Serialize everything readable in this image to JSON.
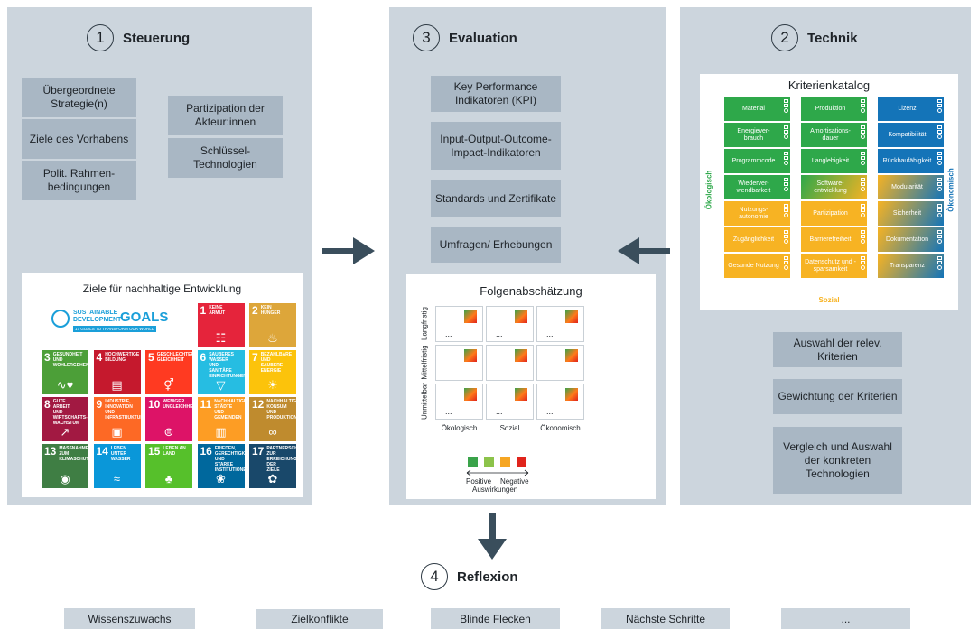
{
  "steuerung": {
    "number": "1",
    "title": "Steuerung",
    "items_left": [
      "Übergeordnete Strategie(n)",
      "Ziele des Vorhabens",
      "Polit. Rahmen-bedingungen"
    ],
    "items_right": [
      "Partizipation der Akteur:innen",
      "Schlüssel-Technologien"
    ],
    "sdg_card": {
      "title": "Ziele für nachhaltige Entwicklung",
      "logo_line1": "SUSTAINABLE",
      "logo_line2": "DEVELOPMENT",
      "logo_goals": "GOALS",
      "logo_sub": "17 GOALS TO TRANSFORM OUR WORLD",
      "goals": [
        {
          "n": "1",
          "t": "KEINE ARMUT",
          "color": "#e5243b",
          "icon": "family-icon"
        },
        {
          "n": "2",
          "t": "KEIN HUNGER",
          "color": "#dda63a",
          "icon": "bowl-icon"
        },
        {
          "n": "3",
          "t": "GESUNDHEIT UND WOHLERGEHEN",
          "color": "#4c9f38",
          "icon": "heartbeat-icon"
        },
        {
          "n": "4",
          "t": "HOCHWERTIGE BILDUNG",
          "color": "#c5192d",
          "icon": "book-icon"
        },
        {
          "n": "5",
          "t": "GESCHLECHTER-GLEICHHEIT",
          "color": "#ff3a21",
          "icon": "gender-icon"
        },
        {
          "n": "6",
          "t": "SAUBERES WASSER UND SANITÄRE EINRICHTUNGEN",
          "color": "#26bde2",
          "icon": "water-icon"
        },
        {
          "n": "7",
          "t": "BEZAHLBARE UND SAUBERE ENERGIE",
          "color": "#fcc30b",
          "icon": "sun-icon"
        },
        {
          "n": "8",
          "t": "GUTE ARBEIT UND WIRTSCHAFTS-WACHSTUM",
          "color": "#a21942",
          "icon": "growth-icon"
        },
        {
          "n": "9",
          "t": "INDUSTRIE, INNOVATION UND INFRASTRUKTUR",
          "color": "#fd6925",
          "icon": "cubes-icon"
        },
        {
          "n": "10",
          "t": "WENIGER UNGLEICHHEITEN",
          "color": "#dd1367",
          "icon": "equal-icon"
        },
        {
          "n": "11",
          "t": "NACHHALTIGE STÄDTE UND GEMEINDEN",
          "color": "#fd9d24",
          "icon": "city-icon"
        },
        {
          "n": "12",
          "t": "NACHHALTIGE/R KONSUM UND PRODUKTION",
          "color": "#bf8b2e",
          "icon": "infinity-icon"
        },
        {
          "n": "13",
          "t": "MASSNAHMEN ZUM KLIMASCHUTZ",
          "color": "#3f7e44",
          "icon": "eye-icon"
        },
        {
          "n": "14",
          "t": "LEBEN UNTER WASSER",
          "color": "#0a97d9",
          "icon": "fish-icon"
        },
        {
          "n": "15",
          "t": "LEBEN AN LAND",
          "color": "#56c02b",
          "icon": "tree-icon"
        },
        {
          "n": "16",
          "t": "FRIEDEN, GERECHTIGKEIT UND STARKE INSTITUTIONEN",
          "color": "#00689d",
          "icon": "dove-icon"
        },
        {
          "n": "17",
          "t": "PARTNERSCHAFTEN ZUR ERREICHUNG DER ZIELE",
          "color": "#19486a",
          "icon": "flower-icon"
        }
      ]
    }
  },
  "evaluation": {
    "number": "3",
    "title": "Evaluation",
    "items": [
      "Key Performance Indikatoren (KPI)",
      "Input-Output-Outcome-Impact-Indikatoren",
      "Standards und Zertifikate",
      "Umfragen/ Erhebungen"
    ],
    "folgen": {
      "title": "Folgenabschätzung",
      "rows": [
        "Langfristig",
        "Mittelfristig",
        "Unmittelbar"
      ],
      "cols": [
        "Ökologisch",
        "Sozial",
        "Ökonomisch"
      ],
      "cell_text": "...",
      "legend_colors": [
        "#3aa34a",
        "#8cc34a",
        "#f6a623",
        "#e0241c"
      ],
      "legend_pos": "Positive",
      "legend_neg": "Negative",
      "legend_caption": "Auswirkungen"
    }
  },
  "technik": {
    "number": "2",
    "title": "Technik",
    "katalog": {
      "title": "Kriterienkatalog",
      "left_label": "Ökologisch",
      "right_label": "Ökonomisch",
      "bottom_label": "Sozial",
      "cells": [
        {
          "label": "Material",
          "bg": "#2ea84a"
        },
        {
          "label": "Produktion",
          "bg": "#2ea84a"
        },
        {
          "label": "Lizenz",
          "bg": "#1474b8"
        },
        {
          "label": "Energiever-brauch",
          "bg": "#2ea84a"
        },
        {
          "label": "Amortisations-dauer",
          "bg": "#2ea84a"
        },
        {
          "label": "Kompatibilität",
          "bg": "#1474b8"
        },
        {
          "label": "Programmcode",
          "bg": "#2ea84a"
        },
        {
          "label": "Langlebigkeit",
          "bg": "#2ea84a"
        },
        {
          "label": "Rückbaufähigkeit",
          "bg": "#1474b8"
        },
        {
          "label": "Wiederver-wendbarkeit",
          "bg": "#2ea84a"
        },
        {
          "label": "Software-entwicklung",
          "bg": "linear-gradient(120deg,#2ea84a,#f7b323)"
        },
        {
          "label": "Modularität",
          "bg": "linear-gradient(120deg,#f7b323,#1474b8)"
        },
        {
          "label": "Nutzungs-autonomie",
          "bg": "#f7b323"
        },
        {
          "label": "Partizipation",
          "bg": "#f7b323"
        },
        {
          "label": "Sicherheit",
          "bg": "linear-gradient(120deg,#f7b323,#1474b8)"
        },
        {
          "label": "Zugänglichkeit",
          "bg": "#f7b323"
        },
        {
          "label": "Barrierefreiheit",
          "bg": "#f7b323"
        },
        {
          "label": "Dokumentation",
          "bg": "linear-gradient(120deg,#f7b323,#1474b8)"
        },
        {
          "label": "Gesunde Nutzung",
          "bg": "#f7b323"
        },
        {
          "label": "Datenschutz und -sparsamkeit",
          "bg": "#f7b323"
        },
        {
          "label": "Transparenz",
          "bg": "linear-gradient(120deg,#f7b323,#1474b8)"
        }
      ]
    },
    "items": [
      "Auswahl der relev. Kriterien",
      "Gewichtung der Kriterien",
      "Vergleich und Auswahl der konkreten Technologien"
    ]
  },
  "reflexion": {
    "number": "4",
    "title": "Reflexion",
    "items": [
      "Wissenszuwachs",
      "Zielkonflikte",
      "Blinde Flecken",
      "Nächste Schritte",
      "..."
    ]
  },
  "colors": {
    "panel": "#ccd5dd",
    "box": "#a9b7c4",
    "arrow": "#3a4e5c"
  }
}
